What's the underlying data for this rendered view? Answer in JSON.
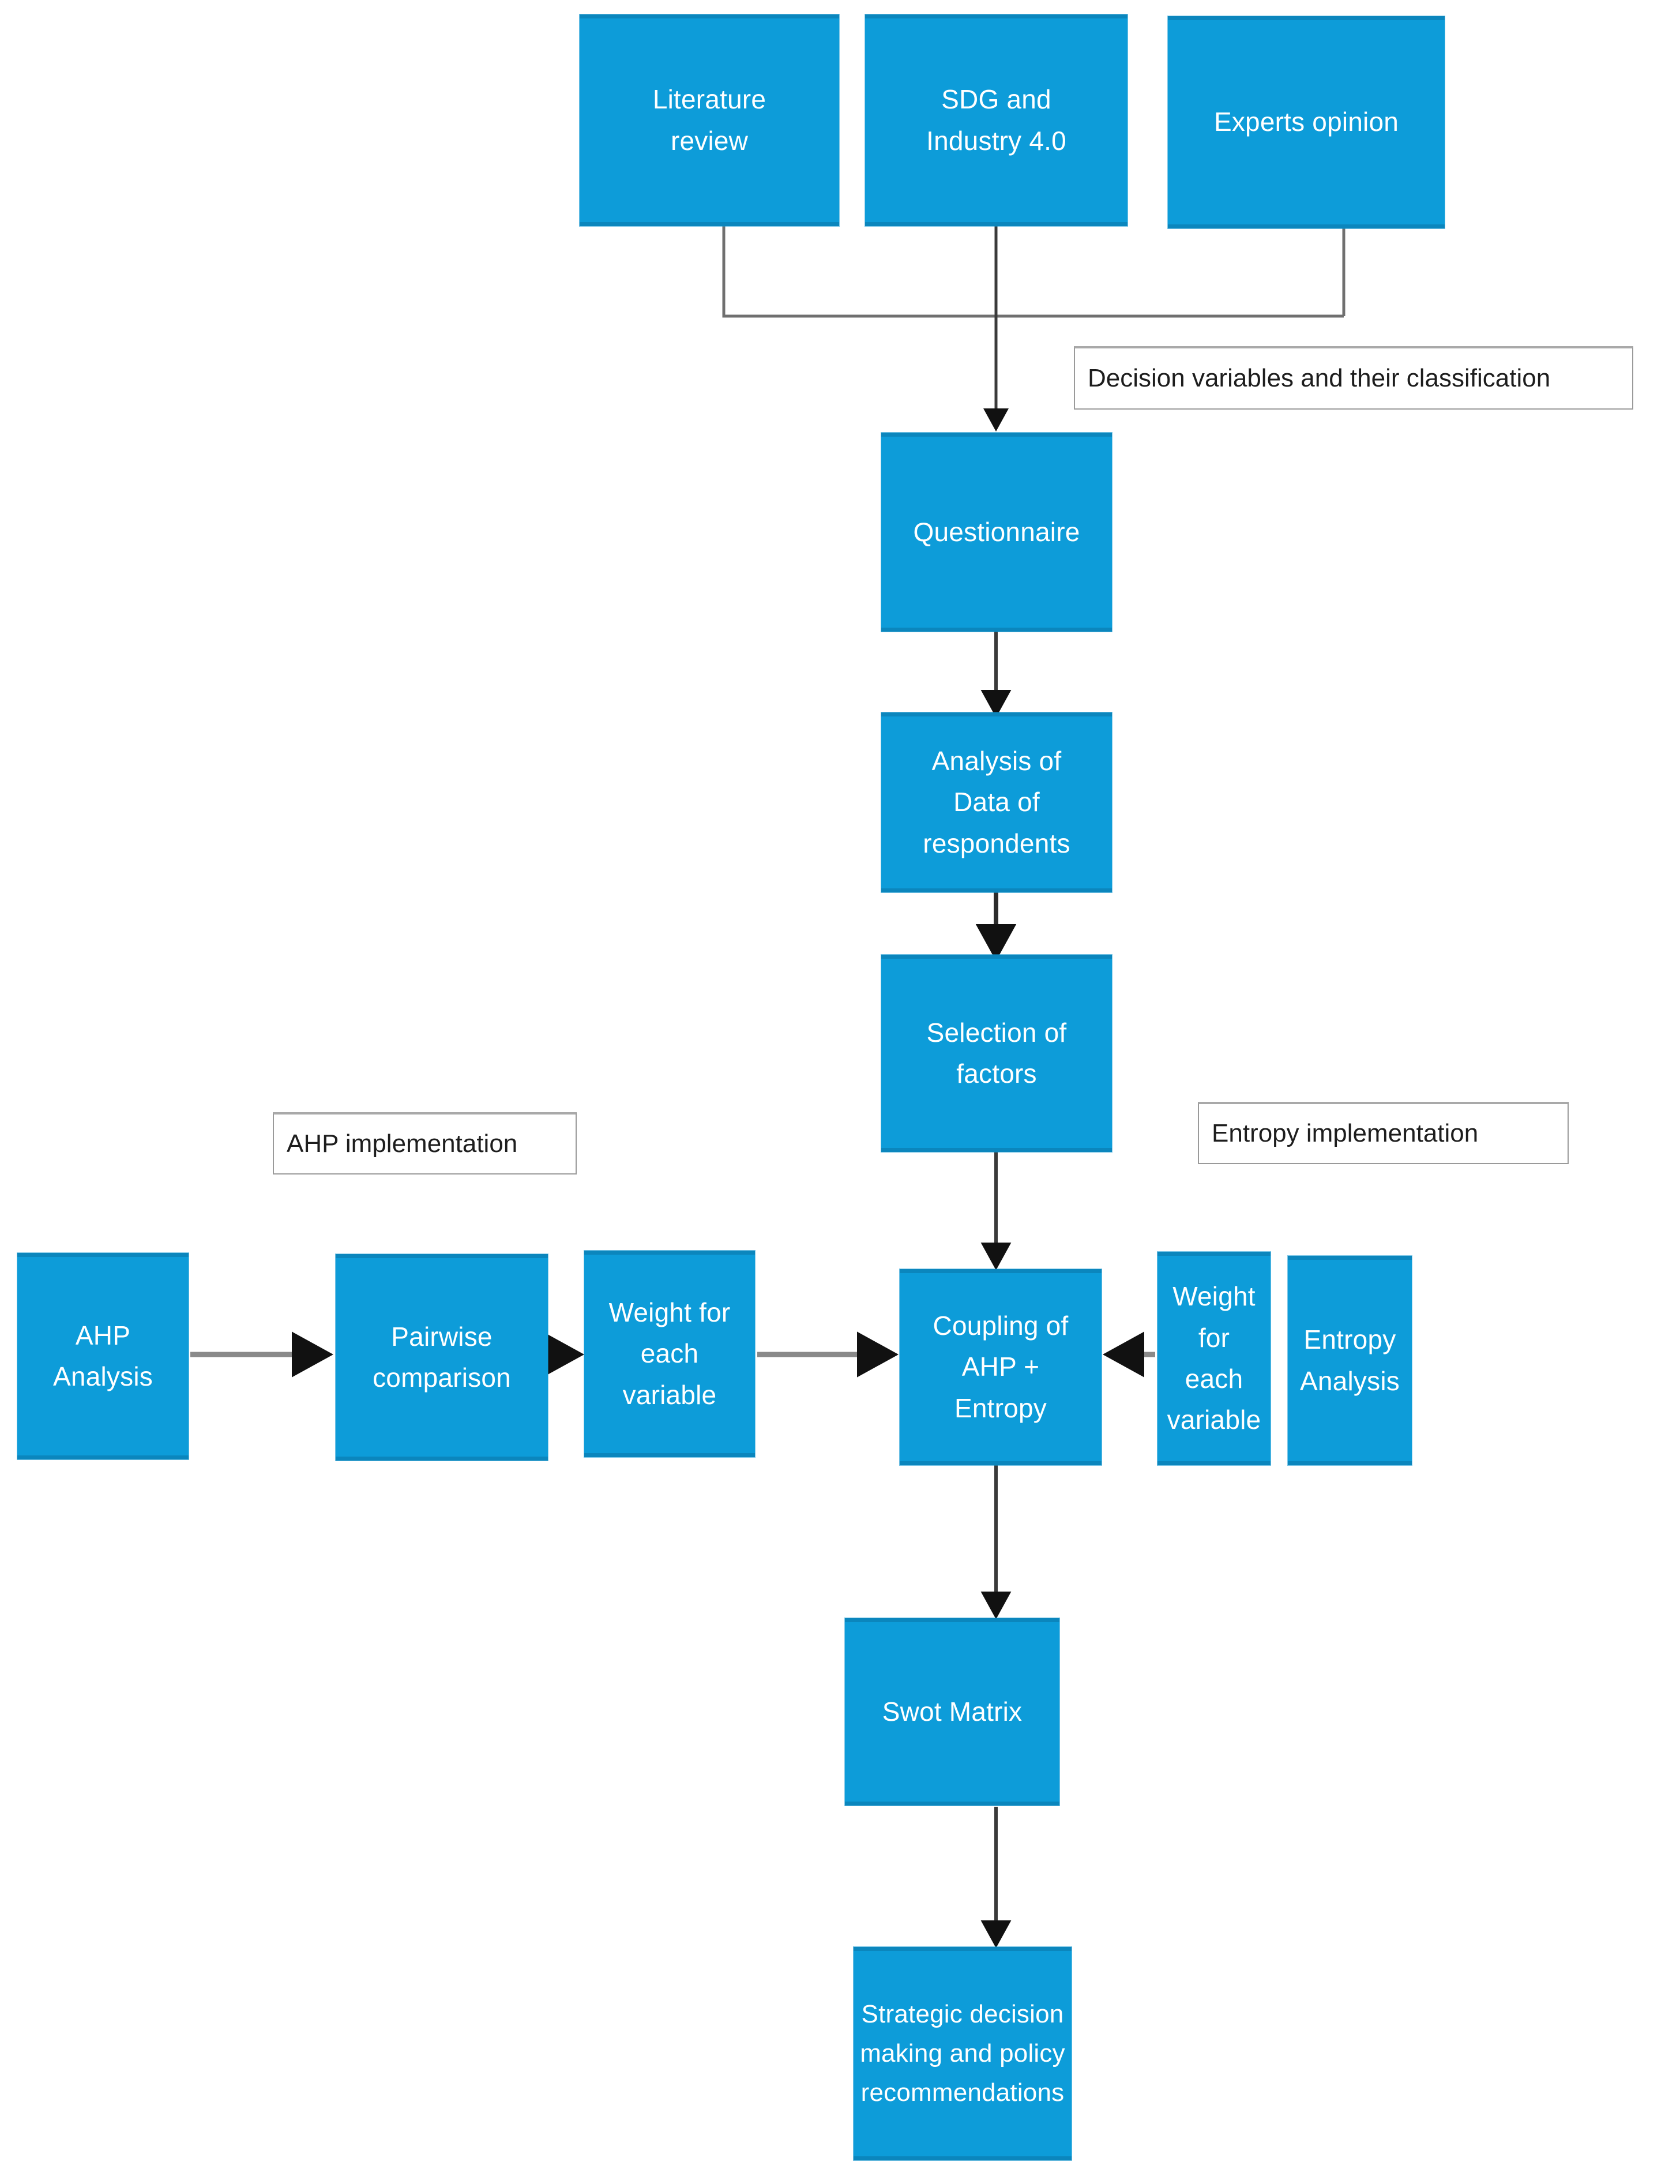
{
  "diagram": {
    "type": "flowchart",
    "title": "Research methodology flowchart (AHP + Entropy + SWOT)",
    "colors": {
      "node_fill": "#0d9cd9",
      "node_edge": "#0b86bd",
      "node_text": "#ffffff",
      "label_border": "#9a9a9a",
      "label_text": "#1d1d1d",
      "connector": "#4a4a4a",
      "background": "#ffffff"
    },
    "nodes": {
      "literature_review": "Literature\nreview",
      "sdg_industry": "SDG and\nIndustry 4.0",
      "experts_opinion": "Experts opinion",
      "questionnaire": "Questionnaire",
      "analysis_of_data": "Analysis of\nData of\nrespondents",
      "selection_of_factors": "Selection of\nfactors",
      "ahp_analysis": "AHP Analysis",
      "pairwise_comparison": "Pairwise\ncomparison",
      "weight_each_variable_left": "Weight for\neach\nvariable",
      "coupling": "Coupling of\nAHP +\nEntropy",
      "weight_each_variable_right": "Weight for\neach\nvariable",
      "entropy_analysis": "Entropy\nAnalysis",
      "swot_matrix": "Swot Matrix",
      "strategic_decision": "Strategic decision\nmaking and policy\nrecommendations"
    },
    "annotations": {
      "decision_variables": "Decision variables and their classification",
      "ahp_implementation": "AHP implementation",
      "entropy_implementation": "Entropy implementation"
    },
    "edges": [
      {
        "from": "literature_review",
        "to": "questionnaire",
        "style": "elbow"
      },
      {
        "from": "sdg_industry",
        "to": "questionnaire",
        "style": "straight-arrow"
      },
      {
        "from": "experts_opinion",
        "to": "questionnaire",
        "style": "elbow"
      },
      {
        "from": "questionnaire",
        "to": "analysis_of_data",
        "style": "straight-arrow"
      },
      {
        "from": "analysis_of_data",
        "to": "selection_of_factors",
        "style": "straight-arrow"
      },
      {
        "from": "selection_of_factors",
        "to": "coupling",
        "style": "straight-arrow"
      },
      {
        "from": "ahp_analysis",
        "to": "pairwise_comparison",
        "style": "straight-arrow"
      },
      {
        "from": "pairwise_comparison",
        "to": "weight_each_variable_left",
        "style": "straight-arrow"
      },
      {
        "from": "weight_each_variable_left",
        "to": "coupling",
        "style": "straight-arrow"
      },
      {
        "from": "weight_each_variable_right",
        "to": "coupling",
        "style": "straight-arrow"
      },
      {
        "from": "coupling",
        "to": "swot_matrix",
        "style": "straight-arrow"
      },
      {
        "from": "swot_matrix",
        "to": "strategic_decision",
        "style": "straight-arrow"
      }
    ]
  }
}
